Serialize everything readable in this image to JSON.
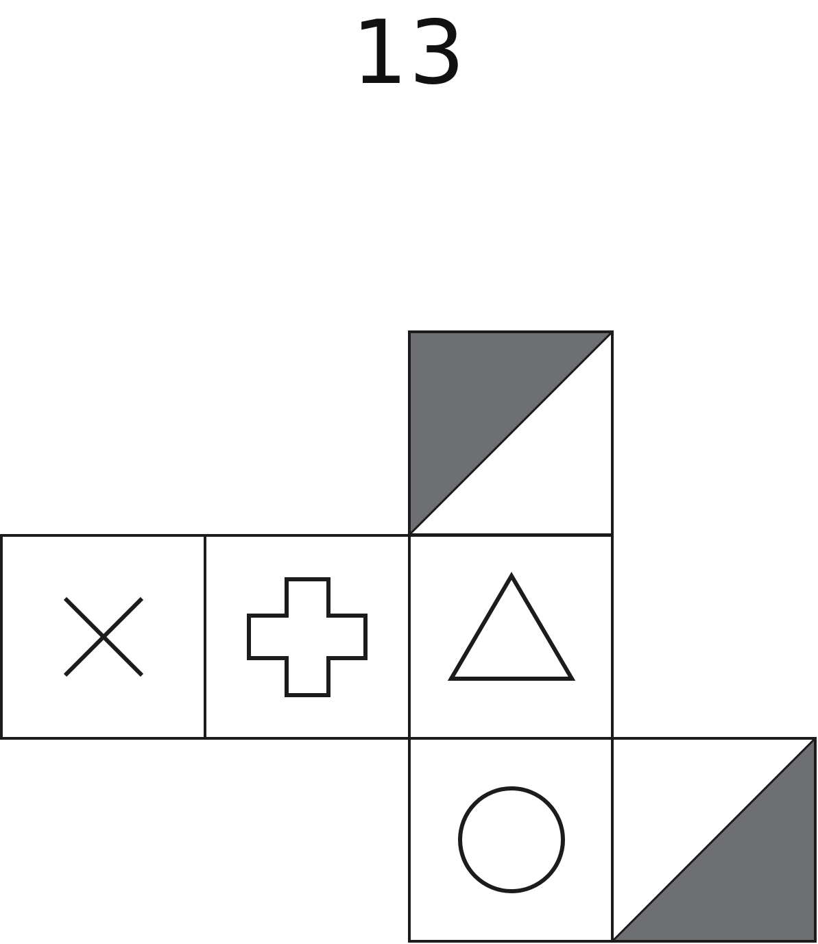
{
  "title": "13",
  "colors": {
    "stroke": "#1e1b1c",
    "shade": "#6e6f73",
    "background": "#ffffff"
  },
  "faces": [
    {
      "name": "face-top-shaded",
      "symbol": "shaded-triangle-top-left-icon"
    },
    {
      "name": "face-cross",
      "symbol": "x-mark-icon"
    },
    {
      "name": "face-plus",
      "symbol": "plus-outline-icon"
    },
    {
      "name": "face-triangle",
      "symbol": "triangle-outline-icon"
    },
    {
      "name": "face-circle",
      "symbol": "circle-outline-icon"
    },
    {
      "name": "face-bottom-shaded",
      "symbol": "shaded-triangle-bottom-right-icon"
    }
  ]
}
